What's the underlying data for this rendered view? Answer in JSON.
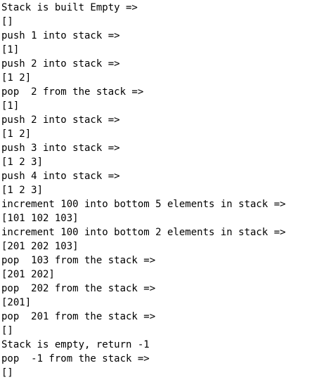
{
  "console": {
    "lines": [
      "Stack is built Empty =>",
      "[]",
      "push 1 into stack =>",
      "[1]",
      "push 2 into stack =>",
      "[1 2]",
      "pop  2 from the stack =>",
      "[1]",
      "push 2 into stack =>",
      "[1 2]",
      "push 3 into stack =>",
      "[1 2 3]",
      "push 4 into stack =>",
      "[1 2 3]",
      "increment 100 into bottom 5 elements in stack =>",
      "[101 102 103]",
      "increment 100 into bottom 2 elements in stack =>",
      "[201 202 103]",
      "pop  103 from the stack =>",
      "[201 202]",
      "pop  202 from the stack =>",
      "[201]",
      "pop  201 from the stack =>",
      "[]",
      "Stack is empty, return -1",
      "pop  -1 from the stack =>",
      "[]"
    ]
  }
}
